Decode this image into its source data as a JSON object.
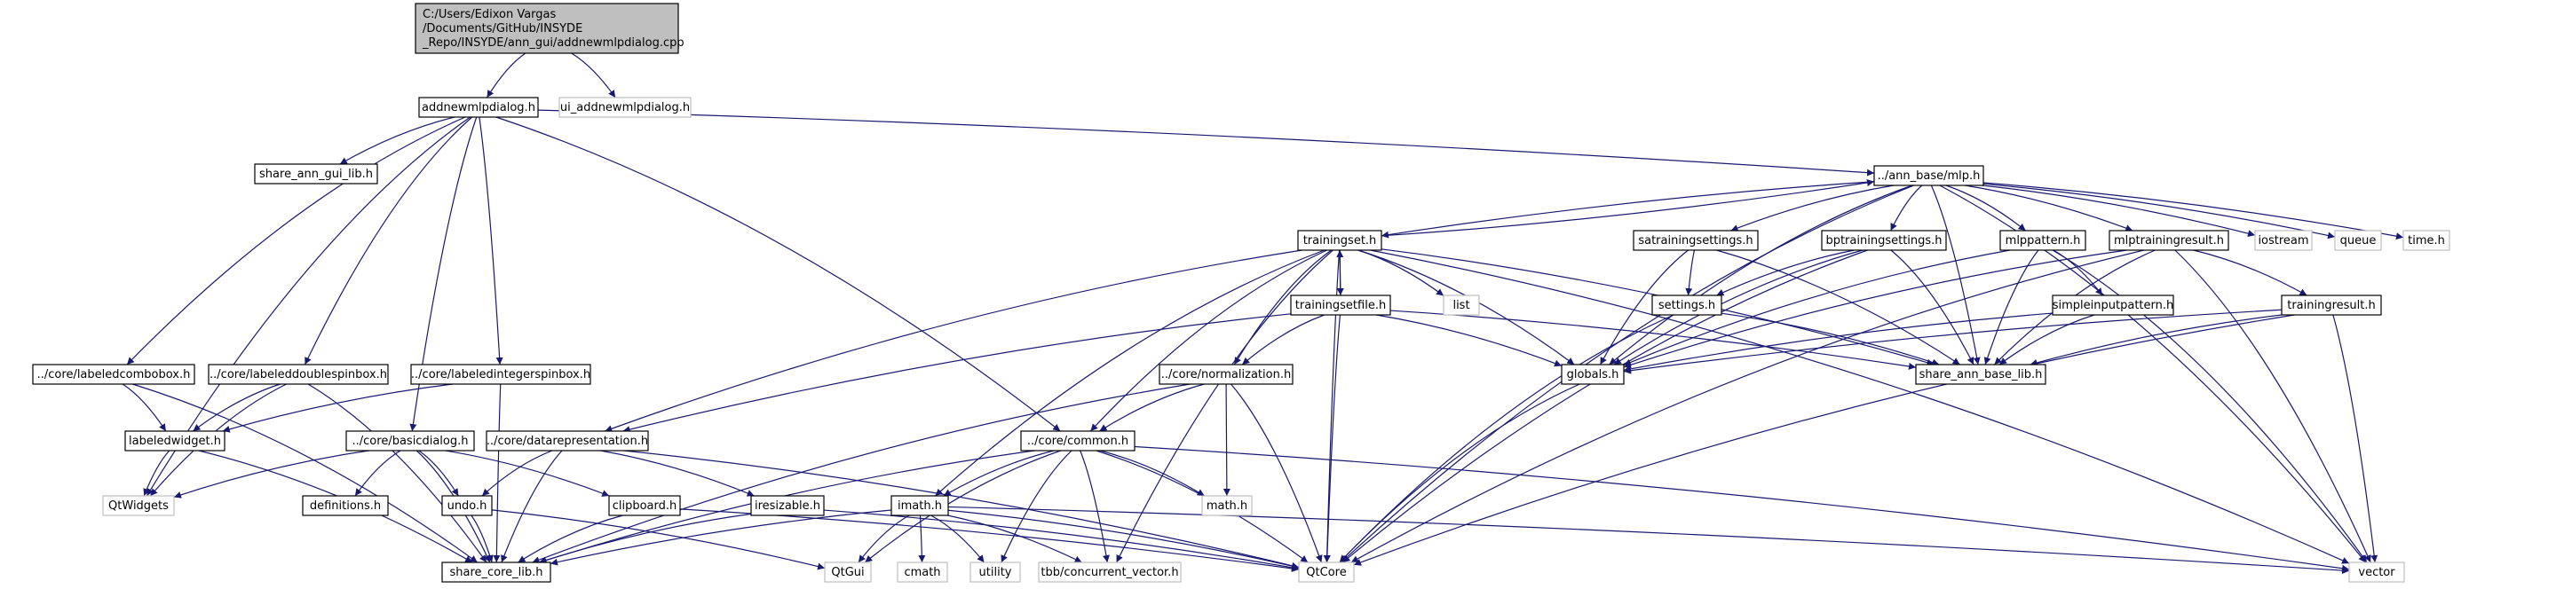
{
  "colors": {
    "edge": "#191970",
    "node_border": "#000000",
    "external_border": "#bfbfbf",
    "root_fill": "#bfbfbf",
    "node_fill": "#ffffff"
  },
  "nodes": [
    {
      "id": "root",
      "lines": [
        "C:/Users/Edixon Vargas",
        "/Documents/GitHub/INSYDE",
        "_Repo/INSYDE/ann_gui/addnewmlpdialog.cpp"
      ],
      "kind": "root"
    },
    {
      "id": "addnewmlpdialog_h",
      "lines": [
        "addnewmlpdialog.h"
      ],
      "kind": "file"
    },
    {
      "id": "ui_addnewmlpdialog_h",
      "lines": [
        "ui_addnewmlpdialog.h"
      ],
      "kind": "external"
    },
    {
      "id": "share_ann_gui_lib_h",
      "lines": [
        "share_ann_gui_lib.h"
      ],
      "kind": "file"
    },
    {
      "id": "mlp_h",
      "lines": [
        "../ann_base/mlp.h"
      ],
      "kind": "file"
    },
    {
      "id": "trainingset_h",
      "lines": [
        "trainingset.h"
      ],
      "kind": "file"
    },
    {
      "id": "satrainingsettings_h",
      "lines": [
        "satrainingsettings.h"
      ],
      "kind": "file"
    },
    {
      "id": "bptrainingsettings_h",
      "lines": [
        "bptrainingsettings.h"
      ],
      "kind": "file"
    },
    {
      "id": "mlppattern_h",
      "lines": [
        "mlppattern.h"
      ],
      "kind": "file"
    },
    {
      "id": "mlptrainingresult_h",
      "lines": [
        "mlptrainingresult.h"
      ],
      "kind": "file"
    },
    {
      "id": "iostream",
      "lines": [
        "iostream"
      ],
      "kind": "external"
    },
    {
      "id": "queue",
      "lines": [
        "queue"
      ],
      "kind": "external"
    },
    {
      "id": "time_h",
      "lines": [
        "time.h"
      ],
      "kind": "external"
    },
    {
      "id": "list",
      "lines": [
        "list"
      ],
      "kind": "external"
    },
    {
      "id": "trainingsetfile_h",
      "lines": [
        "trainingsetfile.h"
      ],
      "kind": "file"
    },
    {
      "id": "settings_h",
      "lines": [
        "settings.h"
      ],
      "kind": "file"
    },
    {
      "id": "simpleinputpattern_h",
      "lines": [
        "simpleinputpattern.h"
      ],
      "kind": "file"
    },
    {
      "id": "trainingresult_h",
      "lines": [
        "trainingresult.h"
      ],
      "kind": "file"
    },
    {
      "id": "labeledcombobox_h",
      "lines": [
        "../core/labeledcombobox.h"
      ],
      "kind": "file"
    },
    {
      "id": "labeleddoublespinbox_h",
      "lines": [
        "../core/labeleddoublespinbox.h"
      ],
      "kind": "file"
    },
    {
      "id": "labeledintegerspinbox_h",
      "lines": [
        "../core/labeledintegerspinbox.h"
      ],
      "kind": "file"
    },
    {
      "id": "normalization_h",
      "lines": [
        "../core/normalization.h"
      ],
      "kind": "file"
    },
    {
      "id": "globals_h",
      "lines": [
        "globals.h"
      ],
      "kind": "file"
    },
    {
      "id": "share_ann_base_lib_h",
      "lines": [
        "share_ann_base_lib.h"
      ],
      "kind": "file"
    },
    {
      "id": "labeledwidget_h",
      "lines": [
        "labeledwidget.h"
      ],
      "kind": "file"
    },
    {
      "id": "basicdialog_h",
      "lines": [
        "../core/basicdialog.h"
      ],
      "kind": "file"
    },
    {
      "id": "datarepresentation_h",
      "lines": [
        "../core/datarepresentation.h"
      ],
      "kind": "file"
    },
    {
      "id": "common_h",
      "lines": [
        "../core/common.h"
      ],
      "kind": "file"
    },
    {
      "id": "QtWidgets",
      "lines": [
        "QtWidgets"
      ],
      "kind": "external"
    },
    {
      "id": "definitions_h",
      "lines": [
        "definitions.h"
      ],
      "kind": "file"
    },
    {
      "id": "undo_h",
      "lines": [
        "undo.h"
      ],
      "kind": "file"
    },
    {
      "id": "clipboard_h",
      "lines": [
        "clipboard.h"
      ],
      "kind": "file"
    },
    {
      "id": "iresizable_h",
      "lines": [
        "iresizable.h"
      ],
      "kind": "file"
    },
    {
      "id": "imath_h",
      "lines": [
        "imath.h"
      ],
      "kind": "file"
    },
    {
      "id": "math_h",
      "lines": [
        "math.h"
      ],
      "kind": "external"
    },
    {
      "id": "share_core_lib_h",
      "lines": [
        "share_core_lib.h"
      ],
      "kind": "file"
    },
    {
      "id": "QtGui",
      "lines": [
        "QtGui"
      ],
      "kind": "external"
    },
    {
      "id": "cmath",
      "lines": [
        "cmath"
      ],
      "kind": "external"
    },
    {
      "id": "utility",
      "lines": [
        "utility"
      ],
      "kind": "external"
    },
    {
      "id": "tbb_concurrent_vector_h",
      "lines": [
        "tbb/concurrent_vector.h"
      ],
      "kind": "external"
    },
    {
      "id": "QtCore",
      "lines": [
        "QtCore"
      ],
      "kind": "external"
    },
    {
      "id": "vector",
      "lines": [
        "vector"
      ],
      "kind": "external"
    }
  ],
  "edges": [
    [
      "root",
      "addnewmlpdialog_h"
    ],
    [
      "root",
      "ui_addnewmlpdialog_h"
    ],
    [
      "addnewmlpdialog_h",
      "share_ann_gui_lib_h"
    ],
    [
      "addnewmlpdialog_h",
      "mlp_h"
    ],
    [
      "addnewmlpdialog_h",
      "labeledcombobox_h"
    ],
    [
      "addnewmlpdialog_h",
      "labeleddoublespinbox_h"
    ],
    [
      "addnewmlpdialog_h",
      "labeledintegerspinbox_h"
    ],
    [
      "addnewmlpdialog_h",
      "basicdialog_h"
    ],
    [
      "addnewmlpdialog_h",
      "common_h"
    ],
    [
      "addnewmlpdialog_h",
      "QtWidgets"
    ],
    [
      "mlp_h",
      "trainingset_h"
    ],
    [
      "mlp_h",
      "satrainingsettings_h"
    ],
    [
      "mlp_h",
      "bptrainingsettings_h"
    ],
    [
      "mlp_h",
      "mlppattern_h"
    ],
    [
      "mlp_h",
      "mlptrainingresult_h"
    ],
    [
      "mlp_h",
      "iostream"
    ],
    [
      "mlp_h",
      "queue"
    ],
    [
      "mlp_h",
      "time_h"
    ],
    [
      "mlp_h",
      "globals_h"
    ],
    [
      "mlp_h",
      "share_ann_base_lib_h"
    ],
    [
      "mlp_h",
      "QtCore"
    ],
    [
      "mlp_h",
      "vector"
    ],
    [
      "trainingset_h",
      "mlp_h"
    ],
    [
      "trainingset_h",
      "trainingsetfile_h"
    ],
    [
      "trainingset_h",
      "list"
    ],
    [
      "trainingset_h",
      "normalization_h"
    ],
    [
      "trainingset_h",
      "globals_h"
    ],
    [
      "trainingset_h",
      "share_ann_base_lib_h"
    ],
    [
      "trainingset_h",
      "datarepresentation_h"
    ],
    [
      "trainingset_h",
      "common_h"
    ],
    [
      "trainingset_h",
      "imath_h"
    ],
    [
      "trainingset_h",
      "QtCore"
    ],
    [
      "trainingset_h",
      "tbb_concurrent_vector_h"
    ],
    [
      "trainingset_h",
      "vector"
    ],
    [
      "trainingsetfile_h",
      "trainingset_h"
    ],
    [
      "trainingsetfile_h",
      "normalization_h"
    ],
    [
      "trainingsetfile_h",
      "globals_h"
    ],
    [
      "trainingsetfile_h",
      "share_ann_base_lib_h"
    ],
    [
      "trainingsetfile_h",
      "datarepresentation_h"
    ],
    [
      "trainingsetfile_h",
      "QtCore"
    ],
    [
      "satrainingsettings_h",
      "settings_h"
    ],
    [
      "satrainingsettings_h",
      "globals_h"
    ],
    [
      "satrainingsettings_h",
      "share_ann_base_lib_h"
    ],
    [
      "bptrainingsettings_h",
      "settings_h"
    ],
    [
      "bptrainingsettings_h",
      "globals_h"
    ],
    [
      "bptrainingsettings_h",
      "share_ann_base_lib_h"
    ],
    [
      "bptrainingsettings_h",
      "QtCore"
    ],
    [
      "settings_h",
      "share_ann_base_lib_h"
    ],
    [
      "settings_h",
      "QtCore"
    ],
    [
      "mlppattern_h",
      "simpleinputpattern_h"
    ],
    [
      "mlppattern_h",
      "globals_h"
    ],
    [
      "mlppattern_h",
      "share_ann_base_lib_h"
    ],
    [
      "mlppattern_h",
      "vector"
    ],
    [
      "simpleinputpattern_h",
      "globals_h"
    ],
    [
      "simpleinputpattern_h",
      "share_ann_base_lib_h"
    ],
    [
      "mlptrainingresult_h",
      "trainingresult_h"
    ],
    [
      "mlptrainingresult_h",
      "globals_h"
    ],
    [
      "mlptrainingresult_h",
      "share_ann_base_lib_h"
    ],
    [
      "mlptrainingresult_h",
      "QtCore"
    ],
    [
      "mlptrainingresult_h",
      "vector"
    ],
    [
      "trainingresult_h",
      "globals_h"
    ],
    [
      "trainingresult_h",
      "share_ann_base_lib_h"
    ],
    [
      "trainingresult_h",
      "QtCore"
    ],
    [
      "trainingresult_h",
      "vector"
    ],
    [
      "globals_h",
      "QtCore"
    ],
    [
      "labeledcombobox_h",
      "labeledwidget_h"
    ],
    [
      "labeledcombobox_h",
      "share_core_lib_h"
    ],
    [
      "labeleddoublespinbox_h",
      "labeledwidget_h"
    ],
    [
      "labeleddoublespinbox_h",
      "QtWidgets"
    ],
    [
      "labeleddoublespinbox_h",
      "share_core_lib_h"
    ],
    [
      "labeledintegerspinbox_h",
      "labeledwidget_h"
    ],
    [
      "labeledintegerspinbox_h",
      "share_core_lib_h"
    ],
    [
      "labeledwidget_h",
      "QtWidgets"
    ],
    [
      "labeledwidget_h",
      "share_core_lib_h"
    ],
    [
      "basicdialog_h",
      "QtWidgets"
    ],
    [
      "basicdialog_h",
      "definitions_h"
    ],
    [
      "basicdialog_h",
      "undo_h"
    ],
    [
      "basicdialog_h",
      "clipboard_h"
    ],
    [
      "basicdialog_h",
      "share_core_lib_h"
    ],
    [
      "normalization_h",
      "common_h"
    ],
    [
      "normalization_h",
      "math_h"
    ],
    [
      "normalization_h",
      "share_core_lib_h"
    ],
    [
      "normalization_h",
      "QtCore"
    ],
    [
      "datarepresentation_h",
      "undo_h"
    ],
    [
      "datarepresentation_h",
      "iresizable_h"
    ],
    [
      "datarepresentation_h",
      "share_core_lib_h"
    ],
    [
      "datarepresentation_h",
      "QtCore"
    ],
    [
      "common_h",
      "imath_h"
    ],
    [
      "common_h",
      "math_h"
    ],
    [
      "common_h",
      "QtGui"
    ],
    [
      "common_h",
      "utility"
    ],
    [
      "common_h",
      "tbb_concurrent_vector_h"
    ],
    [
      "common_h",
      "QtCore"
    ],
    [
      "common_h",
      "vector"
    ],
    [
      "common_h",
      "share_core_lib_h"
    ],
    [
      "undo_h",
      "share_core_lib_h"
    ],
    [
      "undo_h",
      "QtGui"
    ],
    [
      "clipboard_h",
      "share_core_lib_h"
    ],
    [
      "clipboard_h",
      "QtCore"
    ],
    [
      "iresizable_h",
      "share_core_lib_h"
    ],
    [
      "iresizable_h",
      "QtCore"
    ],
    [
      "imath_h",
      "QtGui"
    ],
    [
      "imath_h",
      "cmath"
    ],
    [
      "imath_h",
      "utility"
    ],
    [
      "imath_h",
      "tbb_concurrent_vector_h"
    ],
    [
      "imath_h",
      "share_core_lib_h"
    ],
    [
      "imath_h",
      "QtCore"
    ],
    [
      "imath_h",
      "vector"
    ]
  ]
}
